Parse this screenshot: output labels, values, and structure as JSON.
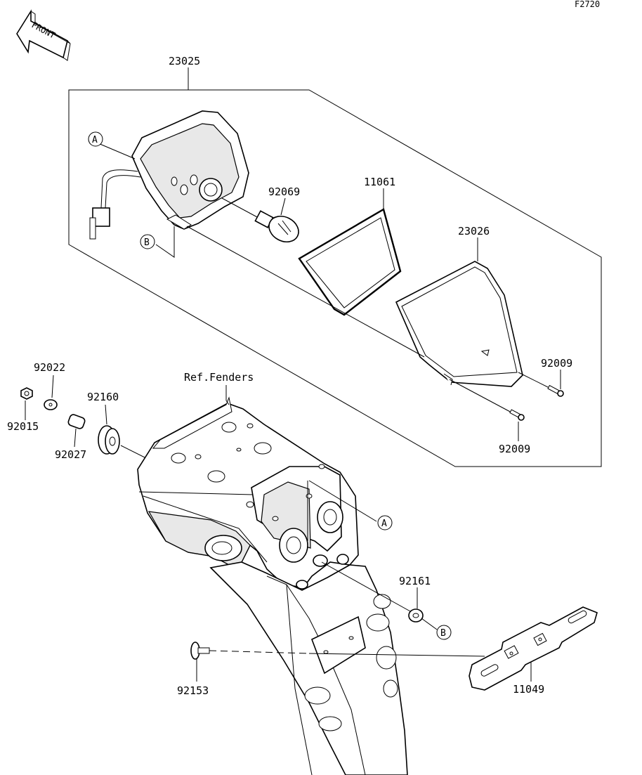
{
  "figure_code": "F2720",
  "front_arrow": {
    "text": "FRONT",
    "icon": "front-arrow-icon"
  },
  "parts": {
    "p23025": "23025",
    "p23026": "23026",
    "p11061": "11061",
    "p92069": "92069",
    "p92009_top": "92009",
    "p92009_bottom": "92009",
    "p92022": "92022",
    "p92015": "92015",
    "p92160": "92160",
    "p92027": "92027",
    "p92161": "92161",
    "p92153": "92153",
    "p11049": "11049"
  },
  "reference_label": "Ref.Fenders",
  "callouts": {
    "a_top": "A",
    "b_top": "B",
    "a_bottom": "A",
    "b_bottom": "B"
  }
}
